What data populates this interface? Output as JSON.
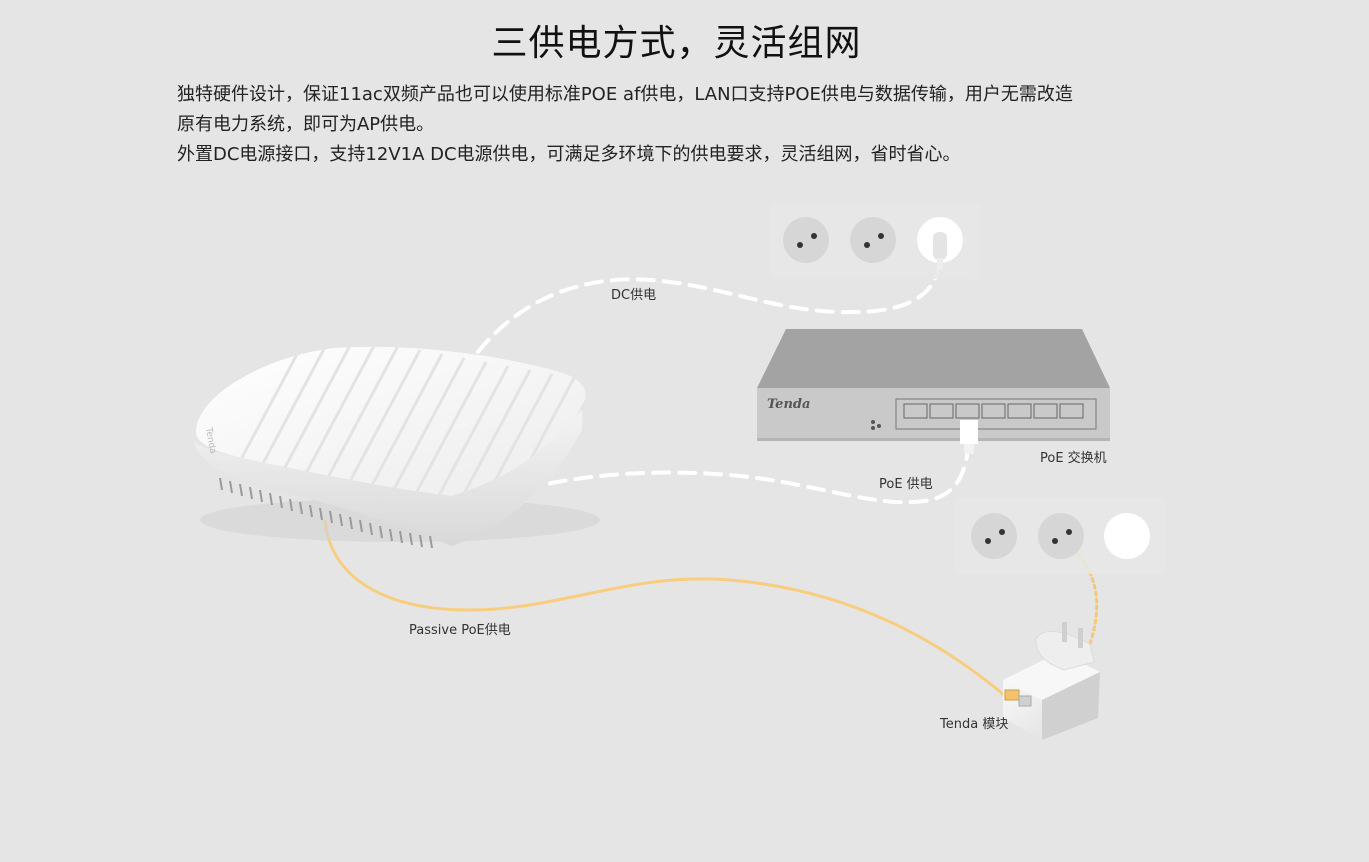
{
  "title": "三供电方式，灵活组网",
  "description": {
    "line1": "独特硬件设计，保证11ac双频产品也可以使用标准POE af供电，LAN口支持POE供电与数据传输，用户无需改造",
    "line2": "原有电力系统，即可为AP供电。",
    "line3": "外置DC电源接口，支持12V1A DC电源供电，可满足多环境下的供电要求，灵活组网，省时省心。"
  },
  "diagram": {
    "labels": {
      "dc": "DC供电",
      "poe": "PoE 供电",
      "switch": "PoE 交换机",
      "passive": "Passive PoE供电",
      "module": "Tenda 模块"
    },
    "switch_brand": "Tenda",
    "ap_brand": "Tenda",
    "colors": {
      "background": "#e5e5e5",
      "dashed_cable": "#ffffff",
      "passive_cable": "#f8cd7e",
      "outlet": "#d6d6d6",
      "switch_top": "#a3a3a3",
      "switch_front": "#c9c9c9"
    },
    "icons": [
      "wall-outlet-icon",
      "plug-icon",
      "poe-switch-icon",
      "access-point-icon",
      "power-adapter-icon"
    ]
  }
}
